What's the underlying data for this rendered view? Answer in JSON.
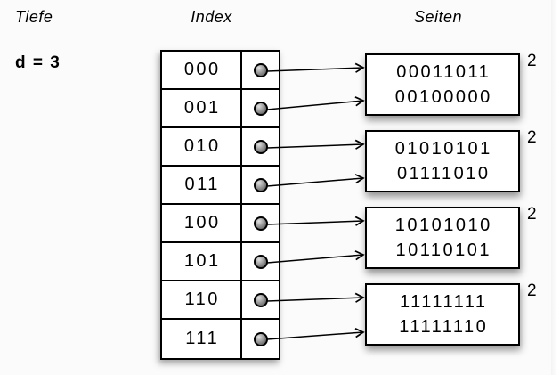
{
  "labels": {
    "tiefe": "Tiefe",
    "index": "Index",
    "seiten": "Seiten",
    "depth_value": "d = 3"
  },
  "diagram": {
    "index_entries": [
      "000",
      "001",
      "010",
      "011",
      "100",
      "101",
      "110",
      "111"
    ],
    "pages": [
      {
        "values": [
          "00011011",
          "00100000"
        ],
        "local_depth": "2"
      },
      {
        "values": [
          "01010101",
          "01111010"
        ],
        "local_depth": "2"
      },
      {
        "values": [
          "10101010",
          "10110101"
        ],
        "local_depth": "2"
      },
      {
        "values": [
          "11111111",
          "11111110"
        ],
        "local_depth": "2"
      }
    ]
  }
}
